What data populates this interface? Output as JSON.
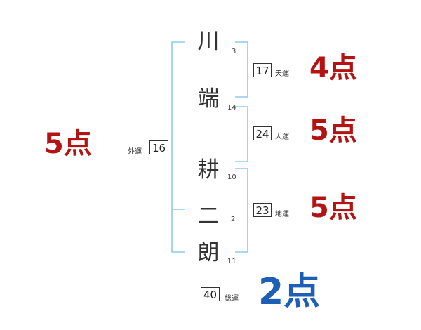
{
  "name": {
    "chars": [
      {
        "char": "川",
        "strokes": "3"
      },
      {
        "char": "端",
        "strokes": "14"
      },
      {
        "char": "耕",
        "strokes": "10"
      },
      {
        "char": "二",
        "strokes": "2"
      },
      {
        "char": "朗",
        "strokes": "11"
      }
    ]
  },
  "luck": {
    "tenkaku": {
      "value": "17",
      "label": "天運",
      "score": "4点"
    },
    "jinkaku": {
      "value": "24",
      "label": "人運",
      "score": "5点"
    },
    "chikaku": {
      "value": "23",
      "label": "地運",
      "score": "5点"
    },
    "gaikaku": {
      "value": "16",
      "label": "外運",
      "score": "5点"
    },
    "soukaku": {
      "value": "40",
      "label": "総運",
      "score": "2点"
    }
  },
  "colors": {
    "bracket": "#8fcbe8",
    "score_red": "#b31313",
    "score_blue": "#1d5fb6"
  }
}
